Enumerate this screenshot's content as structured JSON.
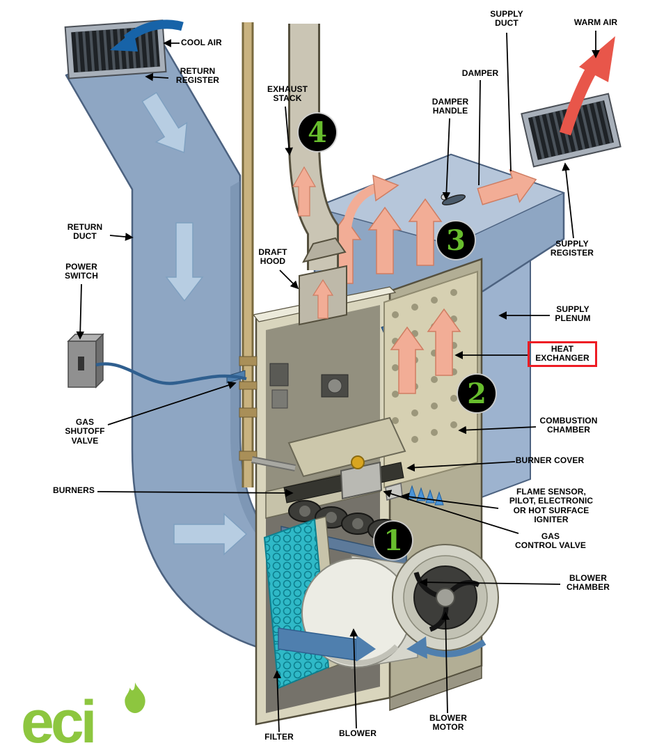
{
  "labels": {
    "cool_air": "COOL AIR",
    "return_register": "RETURN\nREGISTER",
    "exhaust_stack": "EXHAUST\nSTACK",
    "supply_duct": "SUPPLY\nDUCT",
    "damper": "DAMPER",
    "damper_handle": "DAMPER\nHANDLE",
    "warm_air": "WARM AIR",
    "return_duct": "RETURN\nDUCT",
    "power_switch": "POWER\nSWITCH",
    "draft_hood": "DRAFT\nHOOD",
    "supply_register": "SUPPLY\nREGISTER",
    "supply_plenum": "SUPPLY\nPLENUM",
    "heat_exchanger": "HEAT\nEXCHANGER",
    "combustion_chamber": "COMBUSTION\nCHAMBER",
    "gas_shutoff_valve": "GAS\nSHUTOFF\nVALVE",
    "burner_cover": "BURNER COVER",
    "burners": "BURNERS",
    "flame_sensor": "FLAME SENSOR,\nPILOT, ELECTRONIC\nOR HOT SURFACE\nIGNITER",
    "gas_control_valve": "GAS\nCONTROL VALVE",
    "blower_chamber": "BLOWER\nCHAMBER",
    "blower_motor": "BLOWER\nMOTOR",
    "filter": "FILTER",
    "blower": "BLOWER"
  },
  "badges": {
    "step1": "1",
    "step2": "2",
    "step3": "3",
    "step4": "4"
  },
  "logo": {
    "text": "eci"
  },
  "colors": {
    "highlight_box": "#ee1c24",
    "badge_background": "#000000",
    "badge_number": "#67bd2d",
    "logo_green": "#8dc63f",
    "duct_blue": "#8ea6c3",
    "cool_flow_blue": "#b7cde2",
    "cool_air_arrow": "#1763a8",
    "warm_air_red": "#e8564a",
    "warm_flow_salmon": "#f2ad96",
    "cabinet_beige": "#d9d5bd",
    "filter_teal": "#2fb9c7"
  }
}
